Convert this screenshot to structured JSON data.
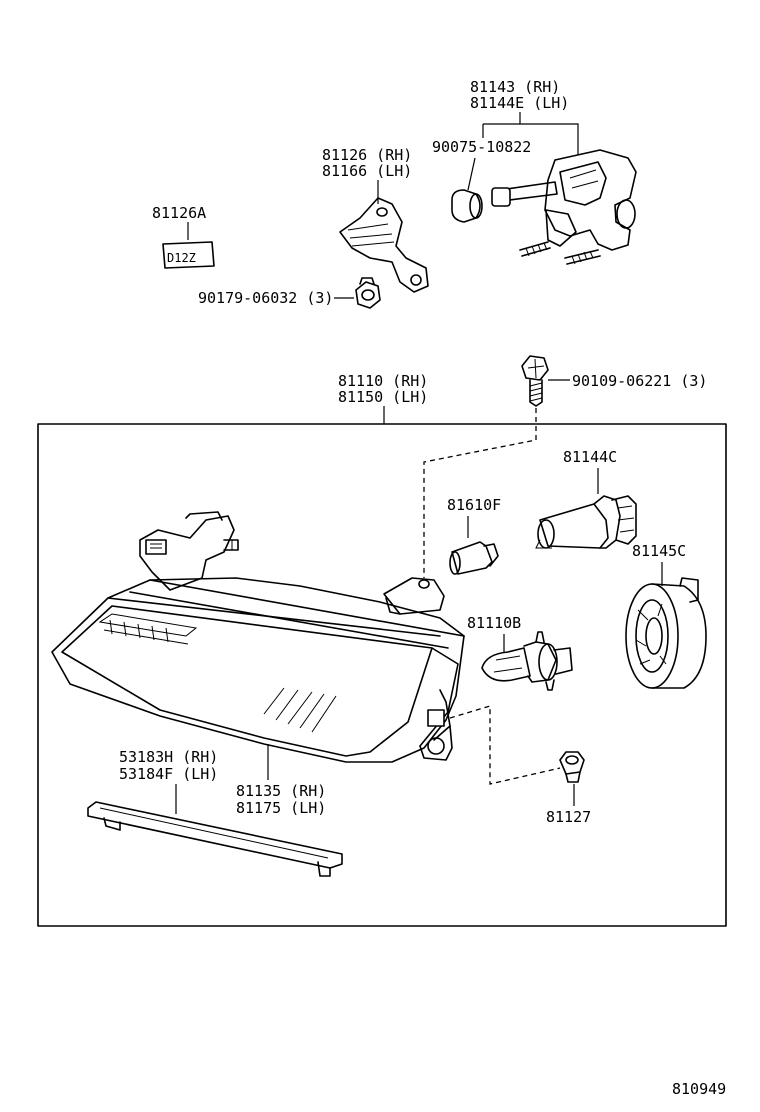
{
  "diagram_id": "810949",
  "parts": {
    "p81143": {
      "line1": "81143 (RH)",
      "line2": "81144E (LH)"
    },
    "p90075": {
      "line1": "90075-10822"
    },
    "p81126": {
      "line1": "81126 (RH)",
      "line2": "81166 (LH)"
    },
    "p81126A": {
      "line1": "81126A",
      "label_text": "D12Z"
    },
    "p90179": {
      "line1": "90179-06032 (3)"
    },
    "p81110": {
      "line1": "81110 (RH)",
      "line2": "81150 (LH)"
    },
    "p90109": {
      "line1": "90109-06221 (3)"
    },
    "p81144C": {
      "line1": "81144C"
    },
    "p81610F": {
      "line1": "81610F"
    },
    "p81145C": {
      "line1": "81145C"
    },
    "p81110B": {
      "line1": "81110B"
    },
    "p53183H": {
      "line1": "53183H (RH)",
      "line2": "53184F (LH)"
    },
    "p81135": {
      "line1": "81135 (RH)",
      "line2": "81175 (LH)"
    },
    "p81127": {
      "line1": "81127"
    }
  }
}
